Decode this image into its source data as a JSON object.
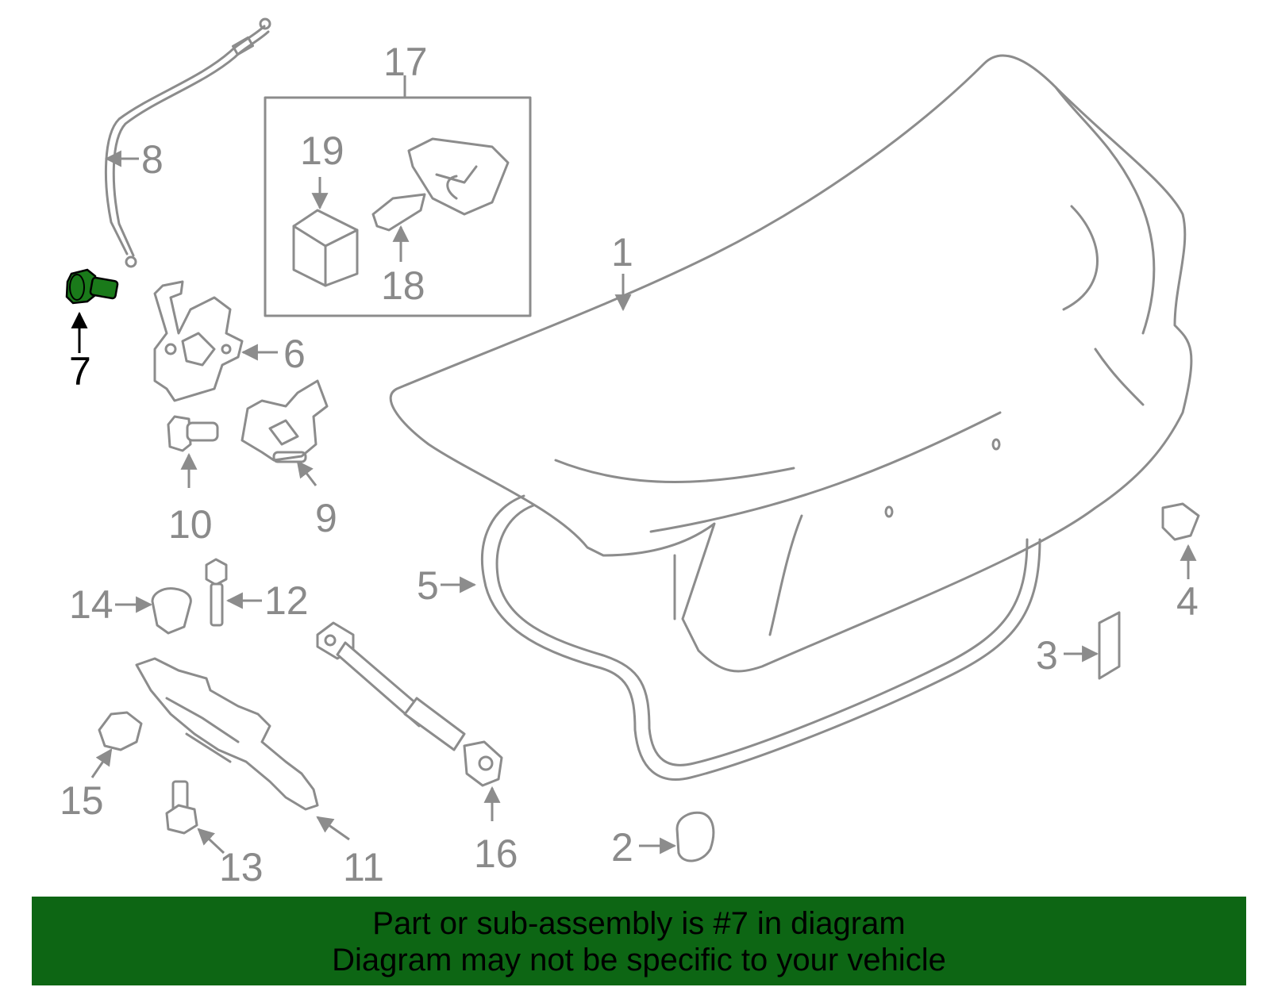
{
  "diagram": {
    "callouts": {
      "c1": "1",
      "c2": "2",
      "c3": "3",
      "c4": "4",
      "c5": "5",
      "c6": "6",
      "c7": "7",
      "c8": "8",
      "c9": "9",
      "c10": "10",
      "c11": "11",
      "c12": "12",
      "c13": "13",
      "c14": "14",
      "c15": "15",
      "c16": "16",
      "c17": "17",
      "c18": "18",
      "c19": "19"
    },
    "highlight_part": "7",
    "highlight_color": "#1a7a1a",
    "line_color": "#8c8c8c"
  },
  "banner": {
    "line1": "Part or sub-assembly is #7 in diagram",
    "line2": "Diagram may not be specific to your vehicle",
    "background": "#0d6614"
  }
}
